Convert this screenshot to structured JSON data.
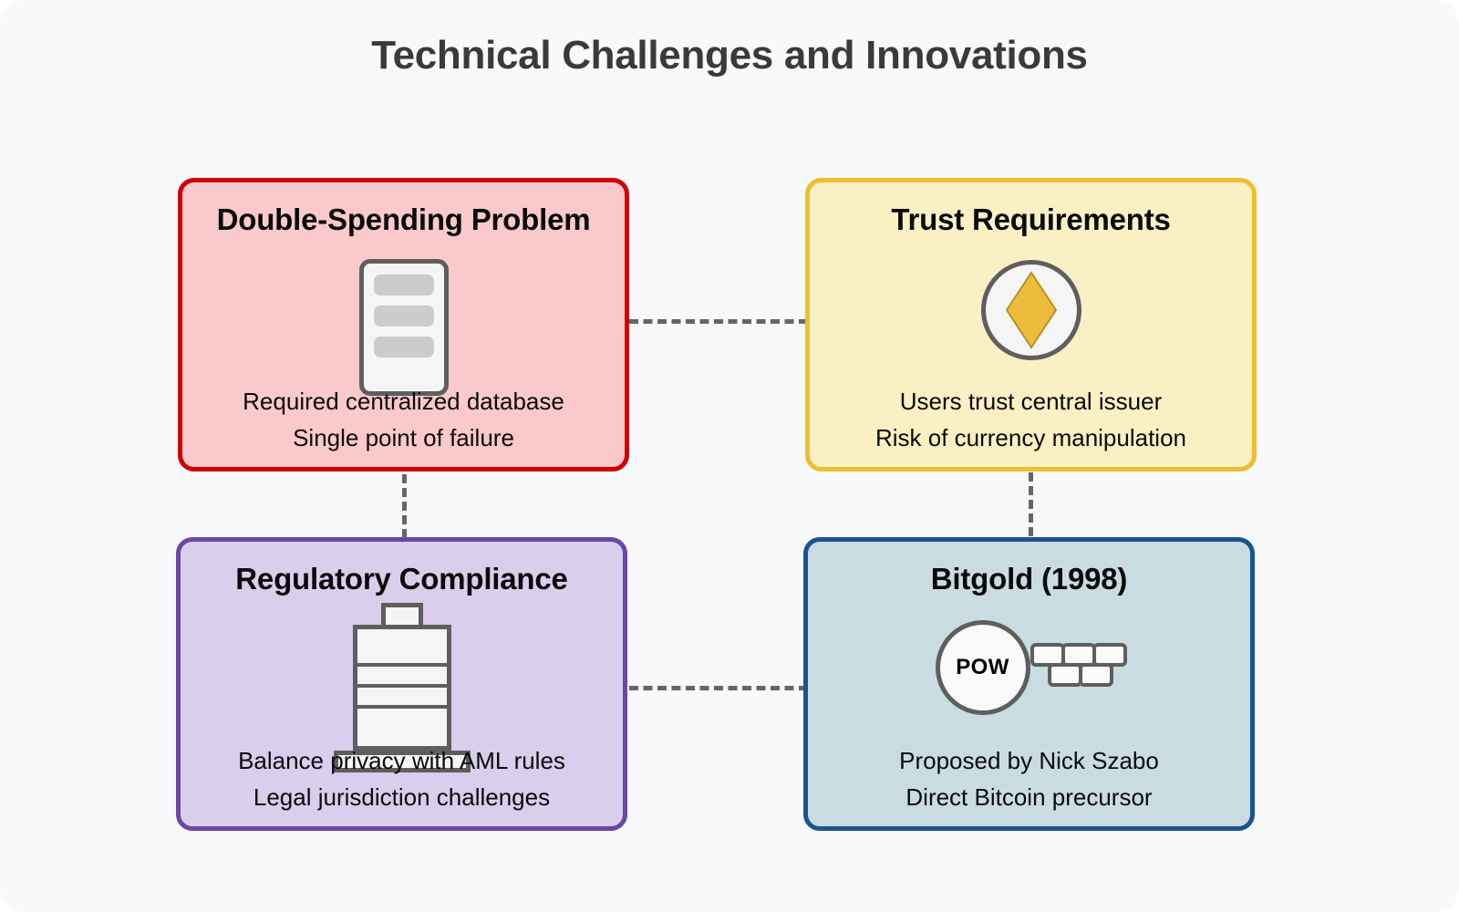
{
  "page": {
    "title": "Technical Challenges and Innovations",
    "background_color": "#F8F9FA",
    "title_color": "#3A3A3A"
  },
  "cards": [
    {
      "id": "double-spending",
      "title": "Double-Spending Problem",
      "lines": [
        "Required centralized database",
        "Single point of failure"
      ],
      "icon": "database-icon",
      "border_color": "#D00000",
      "fill_color": "#FAC9CC"
    },
    {
      "id": "trust",
      "title": "Trust Requirements",
      "lines": [
        "Users trust central issuer",
        "Risk of currency manipulation"
      ],
      "icon": "coin-diamond-icon",
      "border_color": "#EDBE2E",
      "fill_color": "#FBEFC4",
      "accent_color": "#ECBC3A"
    },
    {
      "id": "regulatory",
      "title": "Regulatory Compliance",
      "lines": [
        "Balance privacy with AML rules",
        "Legal jurisdiction challenges"
      ],
      "icon": "institution-icon",
      "border_color": "#6B46A8",
      "fill_color": "#D9CEEC"
    },
    {
      "id": "bitgold",
      "title": "Bitgold (1998)",
      "lines": [
        "Proposed by Nick Szabo",
        "Direct Bitcoin precursor"
      ],
      "icon": "proof-of-work-icon",
      "badge_label": "POW",
      "border_color": "#1A5490",
      "fill_color": "#C9DCE2"
    }
  ],
  "connectors": {
    "style": "dashed",
    "color": "#666666",
    "links": [
      {
        "id": "conn-top",
        "from": "double-spending",
        "to": "trust",
        "orientation": "horizontal"
      },
      {
        "id": "conn-left",
        "from": "double-spending",
        "to": "regulatory",
        "orientation": "vertical"
      },
      {
        "id": "conn-right",
        "from": "trust",
        "to": "bitgold",
        "orientation": "vertical"
      },
      {
        "id": "conn-bottom",
        "from": "regulatory",
        "to": "bitgold",
        "orientation": "horizontal"
      }
    ]
  }
}
